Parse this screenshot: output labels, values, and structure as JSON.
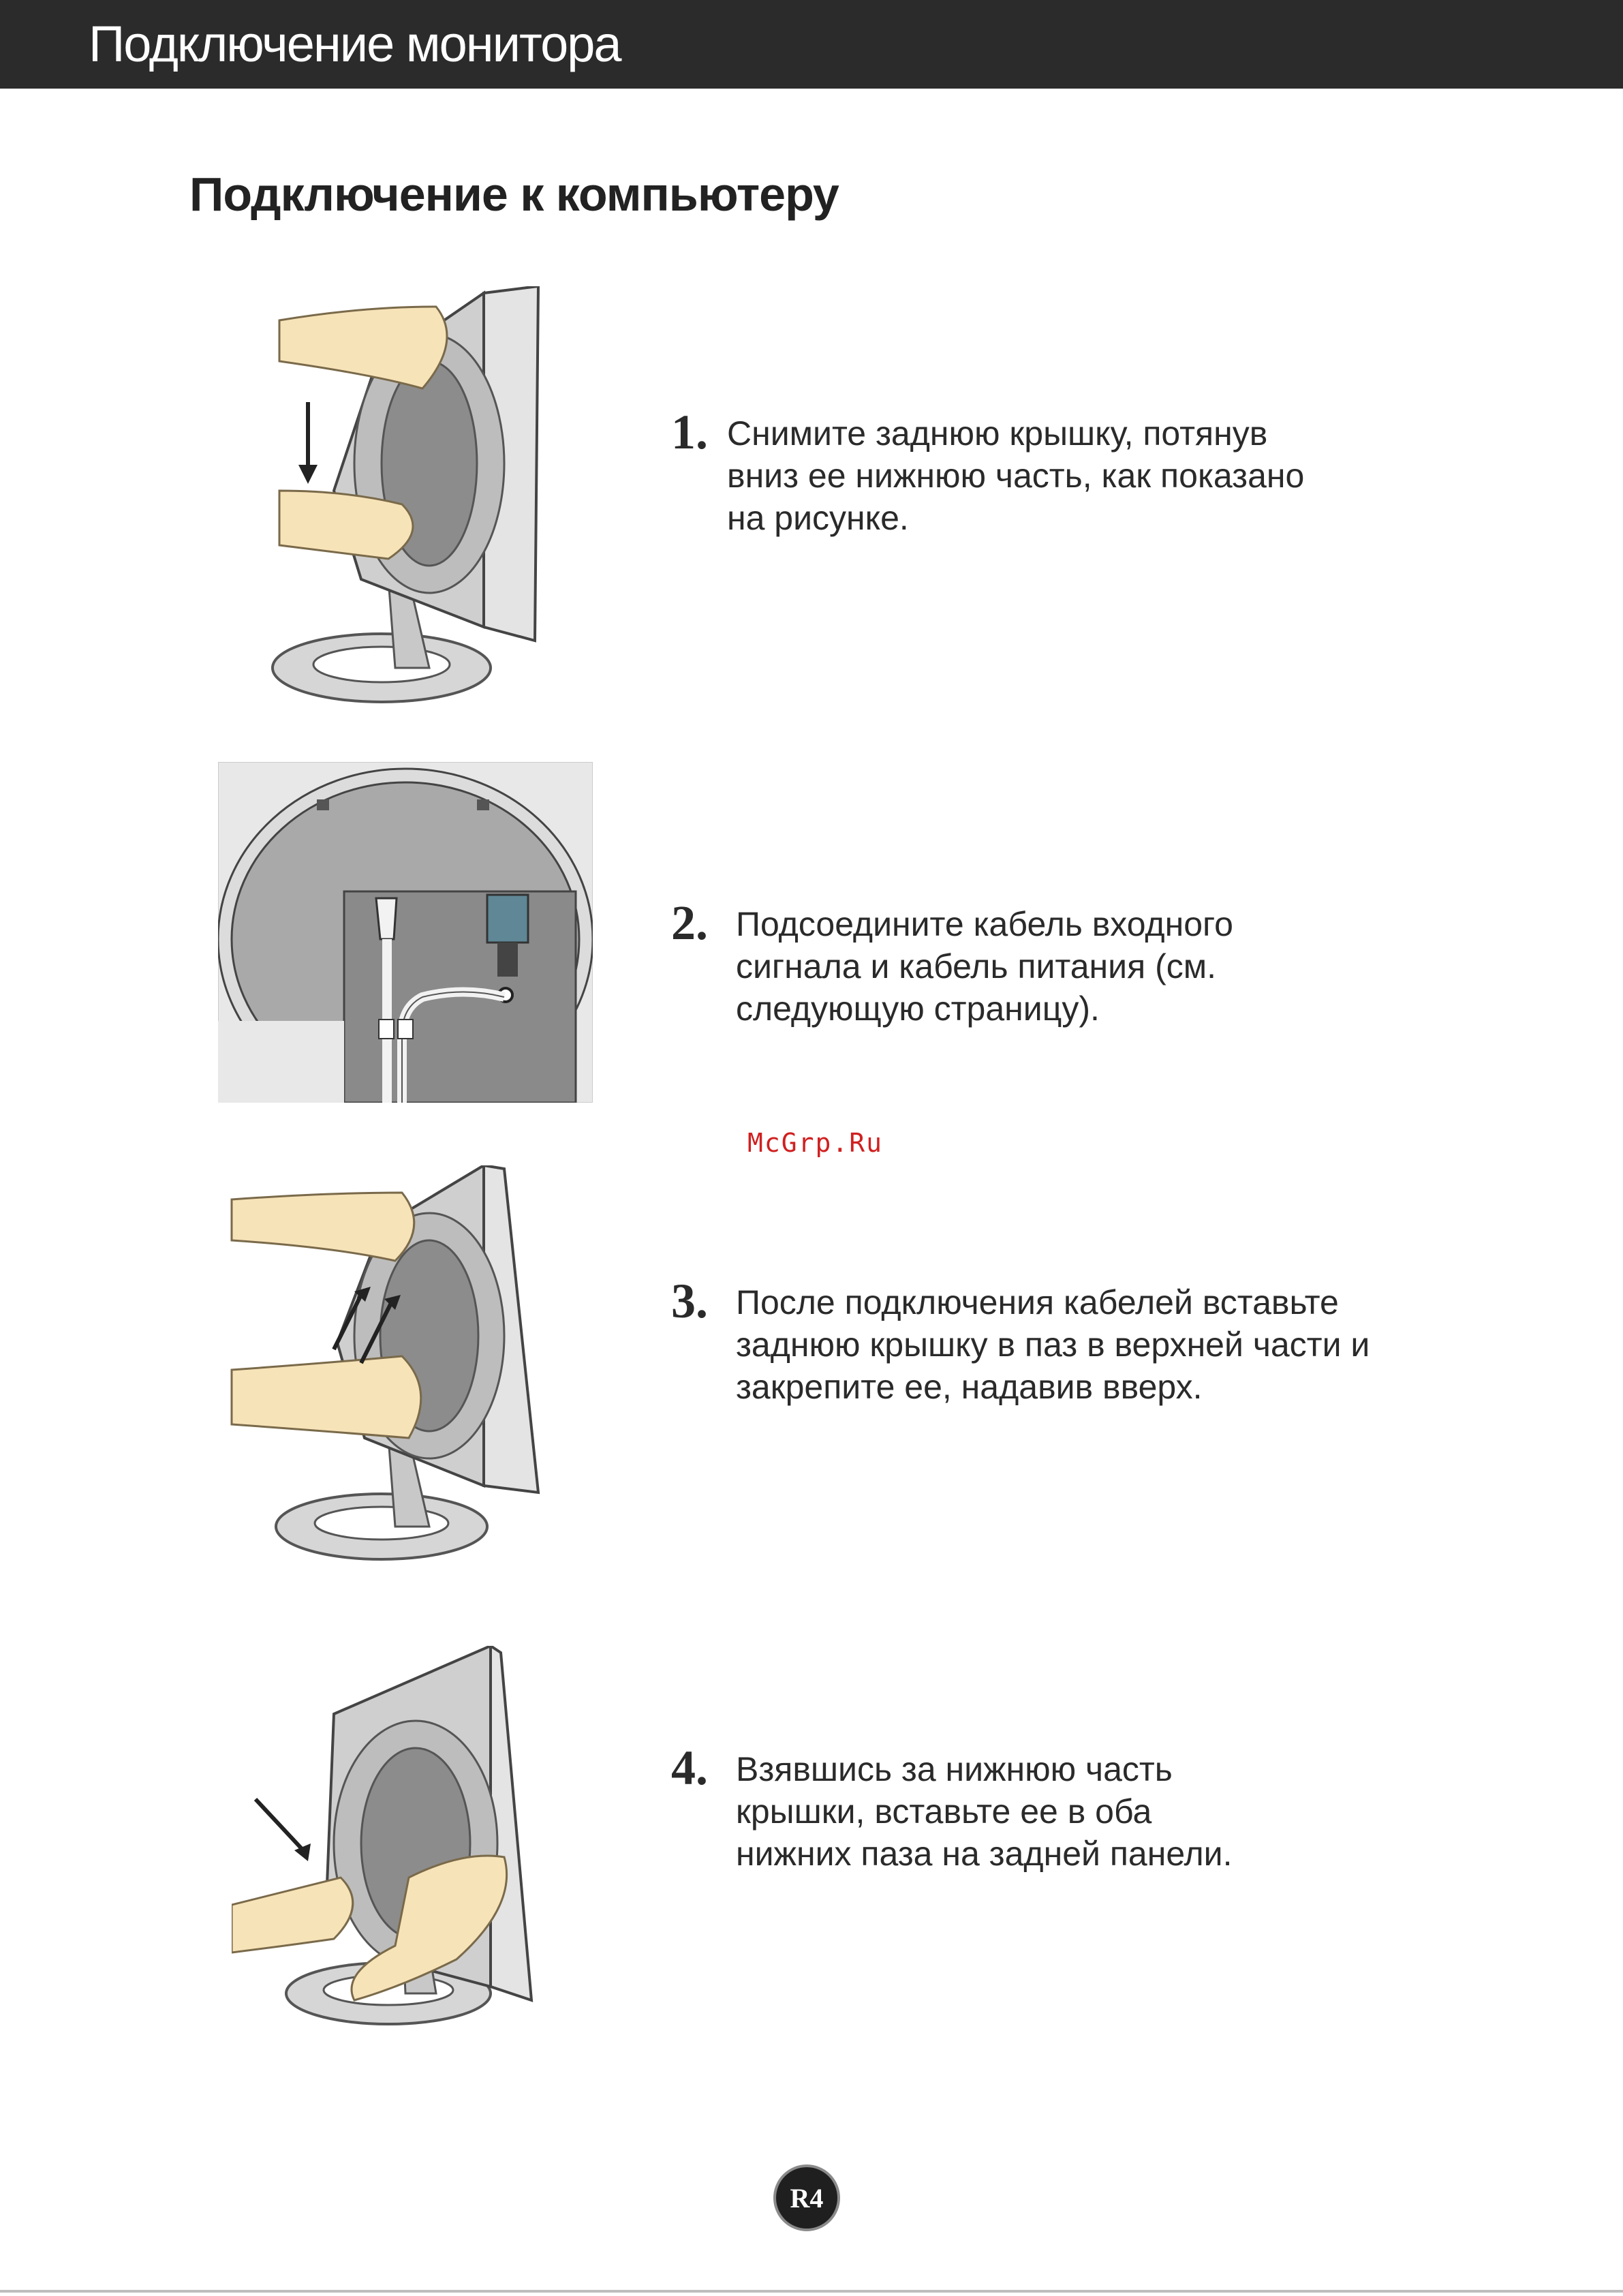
{
  "header": {
    "title": "Подключение монитора"
  },
  "section": {
    "title": "Подключение к компьютеру"
  },
  "steps": [
    {
      "number": "1.",
      "text": "Снимите заднюю крышку, потянув\nвниз ее нижнюю часть, как показано\nна рисунке."
    },
    {
      "number": "2.",
      "text": "Подсоедините кабель входного\nсигнала и кабель питания (см.\nследующую страницу)."
    },
    {
      "number": "3.",
      "text": "После подключения кабелей вставьте\nзаднюю крышку в паз в верхней части и\nзакрепите ее, надавив вверх."
    },
    {
      "number": "4.",
      "text": "Взявшись за нижнюю часть\nкрышки, вставьте ее в оба\nнижних паза на задней панели."
    }
  ],
  "watermark": "McGrp.Ru",
  "footer": {
    "page_number": "R4"
  },
  "colors": {
    "header_bg": "#2b2b2b",
    "skin": "#f7e3b8",
    "monitor": "#d8d8d8",
    "watermark": "#d02020"
  }
}
